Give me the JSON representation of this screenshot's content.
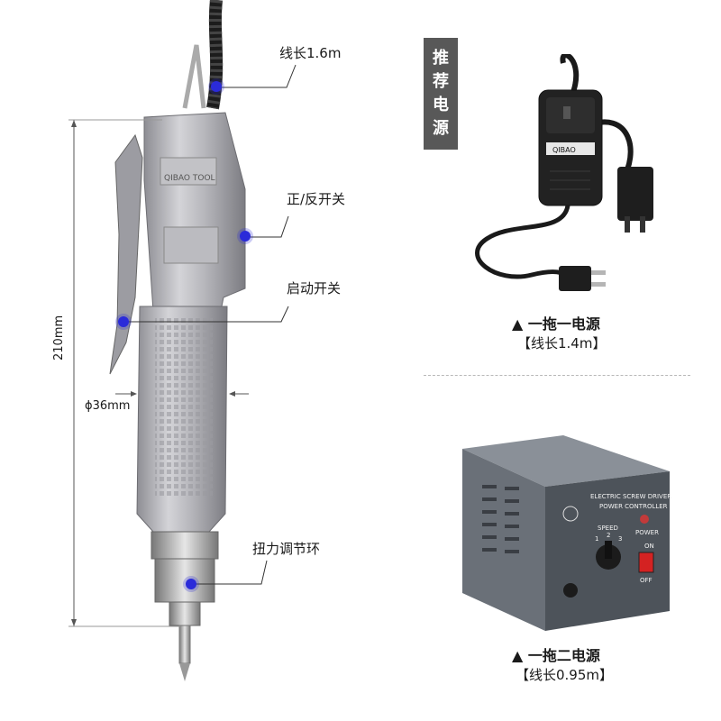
{
  "callouts": {
    "cable_length": "线长1.6m",
    "fwd_rev_switch": "正/反开关",
    "start_switch": "启动开关",
    "torque_ring": "扭力调节环"
  },
  "dimensions": {
    "length": "210mm",
    "diameter": "ϕ36mm"
  },
  "recommend_badge": [
    "推",
    "荐",
    "电",
    "源"
  ],
  "power_one": {
    "title": "▲ 一拖一电源",
    "cable": "【线长1.4m】",
    "adapter_brand": "QIBAO"
  },
  "power_two": {
    "title": "▲ 一拖二电源",
    "cable": "【线长0.95m】",
    "panel_line1": "ELECTRIC SCREW DRIVER",
    "panel_line2": "POWER CONTROLLER",
    "speed_label": "SPEED",
    "speed_marks": [
      "1",
      "2",
      "3"
    ],
    "power_label": "POWER",
    "on_label": "ON",
    "off_label": "OFF"
  },
  "screwdriver": {
    "brand_text": "QIBAO TOOL"
  },
  "colors": {
    "callout_dot": "#2b2bd9",
    "badge_bg": "#585858",
    "body_silver": "#a9a9ad",
    "controller_gray": "#6d737a"
  }
}
